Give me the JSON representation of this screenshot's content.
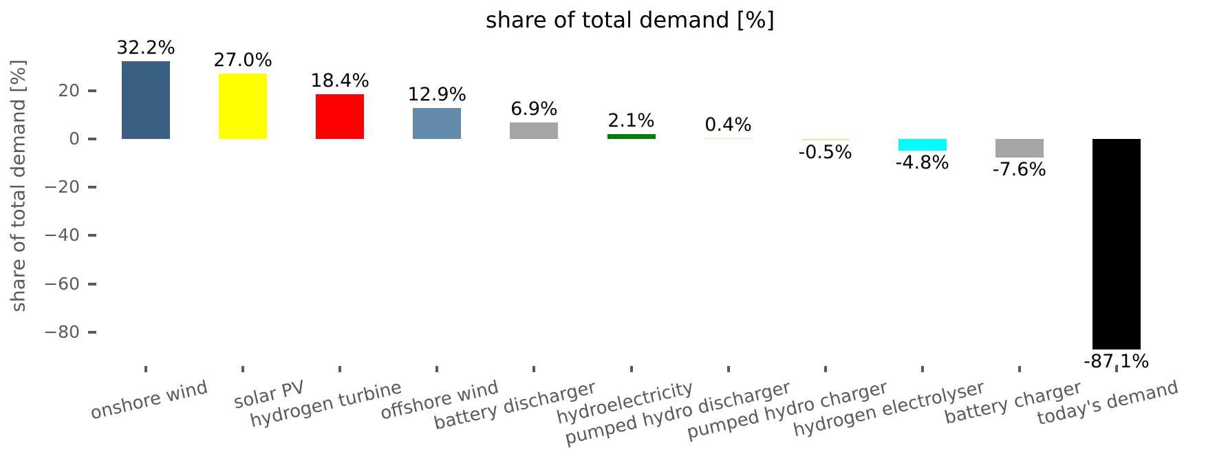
{
  "chart_data": {
    "type": "bar",
    "title": "share of total demand [%]",
    "xlabel": "",
    "ylabel": "share of total demand [%]",
    "categories": [
      "onshore wind",
      "solar PV",
      "hydrogen turbine",
      "offshore wind",
      "battery discharger",
      "hydroelectricity",
      "pumped hydro discharger",
      "pumped hydro charger",
      "hydrogen electrolyser",
      "battery charger",
      "today's demand"
    ],
    "values": [
      32.2,
      27.0,
      18.4,
      12.9,
      6.9,
      2.1,
      0.4,
      -0.5,
      -4.8,
      -7.6,
      -87.1
    ],
    "bar_labels": [
      "32.2%",
      "27.0%",
      "18.4%",
      "12.9%",
      "6.9%",
      "2.1%",
      "0.4%",
      "-0.5%",
      "-4.8%",
      "-7.6%",
      "-87.1%"
    ],
    "colors": [
      "#396082",
      "#FFFF00",
      "#FF0000",
      "#6189A9",
      "#A5A5A5",
      "#008000",
      "#D6F0A4",
      "#D6F0A4",
      "#00FFFF",
      "#A5A5A5",
      "#000000"
    ],
    "yticks": {
      "labels": [
        "20",
        "0",
        "−20",
        "−40",
        "−60",
        "−80"
      ],
      "values": [
        20,
        0,
        -20,
        -40,
        -60,
        -80
      ]
    },
    "ylim": [
      -95,
      40
    ],
    "grid": false,
    "legend": "none"
  },
  "styles": {
    "axis_text_color": "#5A5A5A",
    "title_color": "#000000",
    "value_label_color": "#000000",
    "background": "#FFFFFF"
  }
}
